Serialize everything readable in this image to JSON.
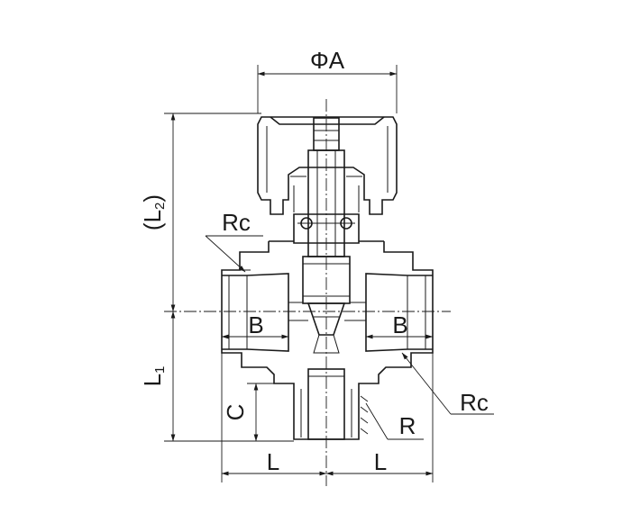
{
  "labels": {
    "phi_a": "ΦA",
    "l2_open": "(",
    "l2_letter": "L",
    "l2_sub": "2",
    "l2_close": ")",
    "l1_letter": "L",
    "l1_sub": "1",
    "rc_upper": "Rc",
    "rc_lower": "Rc",
    "b_left": "B",
    "b_right": "B",
    "c": "C",
    "r": "R",
    "l_left": "L",
    "l_right": "L"
  }
}
